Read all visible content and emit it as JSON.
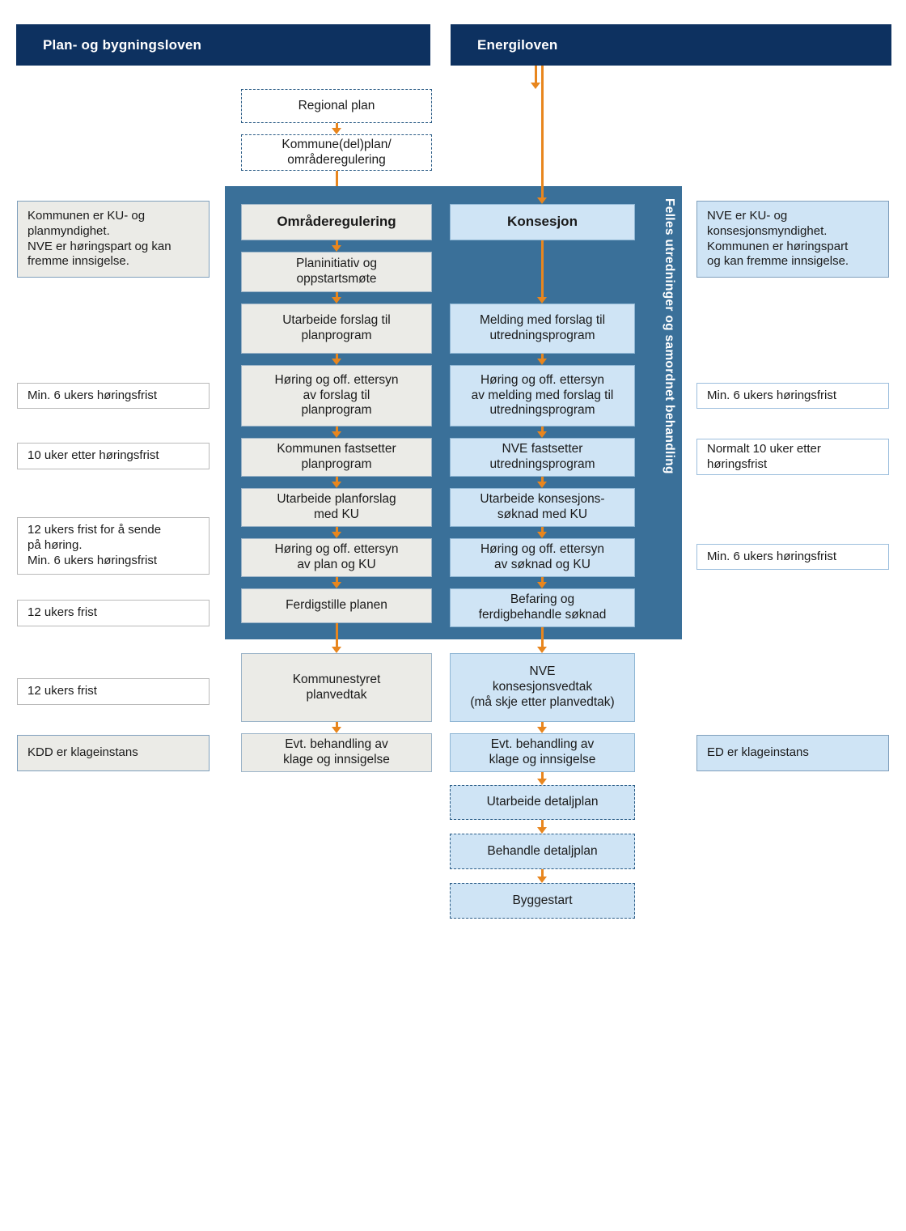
{
  "banners": {
    "left": "Plan- og bygningsloven",
    "right": "Energiloven"
  },
  "vertical_label": "Felles utredninger og samordnet behandling",
  "colors": {
    "banner_navy": "#0d3160",
    "panel_blue": "#3a7099",
    "node_grey": "#ebebe7",
    "node_lightblue": "#cfe4f5",
    "arrow_orange": "#e8861e",
    "dashed_border": "#2b5c86"
  },
  "pre_nodes": [
    {
      "label": "Regional plan"
    },
    {
      "label": "Kommune(del)plan/\nområderegulering"
    }
  ],
  "left_flow": {
    "header": "Områderegulering",
    "steps": [
      "Planinitiativ og\noppstartsmøte",
      "Utarbeide forslag til\nplanprogram",
      "Høring og off. ettersyn\nav forslag til\nplanprogram",
      "Kommunen fastsetter\nplanprogram",
      "Utarbeide planforslag\nmed KU",
      "Høring og off. ettersyn\nav plan og KU",
      "Ferdigstille planen"
    ],
    "after_steps": [
      "Kommunestyret\nplanvedtak",
      "Evt. behandling av\nklage og innsigelse"
    ]
  },
  "right_flow": {
    "header": "Konsesjon",
    "steps": [
      "Melding med forslag til\nutredningsprogram",
      "Høring og off. ettersyn\nav melding med forslag til\nutredningsprogram",
      "NVE fastsetter\nutredningsprogram",
      "Utarbeide konsesjons-\nsøknad med KU",
      "Høring og off. ettersyn\nav søknad og KU",
      "Befaring og\nferdigbehandle søknad"
    ],
    "after_steps": [
      "NVE\nkonsesjonsvedtak\n(må skje etter planvedtak)",
      "Evt. behandling av\nklage og innsigelse"
    ],
    "dashed_steps": [
      "Utarbeide detaljplan",
      "Behandle detaljplan",
      "Byggestart"
    ]
  },
  "left_notes": [
    {
      "text": "Kommunen er KU- og\nplanmyndighet.\nNVE er høringspart og kan\nfremme innsigelse.",
      "style": "grey-fill"
    },
    {
      "text": "Min. 6 ukers høringsfrist",
      "style": "plain"
    },
    {
      "text": "10 uker etter høringsfrist",
      "style": "plain"
    },
    {
      "text": "12 ukers frist for å sende\npå høring.\nMin. 6 ukers høringsfrist",
      "style": "plain"
    },
    {
      "text": "12 ukers frist",
      "style": "plain"
    },
    {
      "text": "12 ukers frist",
      "style": "plain"
    },
    {
      "text": "KDD er klageinstans",
      "style": "grey-fill"
    }
  ],
  "right_notes": [
    {
      "text": "NVE er KU- og\nkonsesjonsmyndighet.\nKommunen er høringspart\nog kan fremme innsigelse.",
      "style": "blue-fill"
    },
    {
      "text": "Min. 6 ukers høringsfrist",
      "style": "blue-line"
    },
    {
      "text": "Normalt 10 uker etter\nhøringsfrist",
      "style": "blue-line"
    },
    {
      "text": "Min. 6 ukers høringsfrist",
      "style": "blue-line"
    },
    {
      "text": "ED er klageinstans",
      "style": "blue-fill"
    }
  ]
}
